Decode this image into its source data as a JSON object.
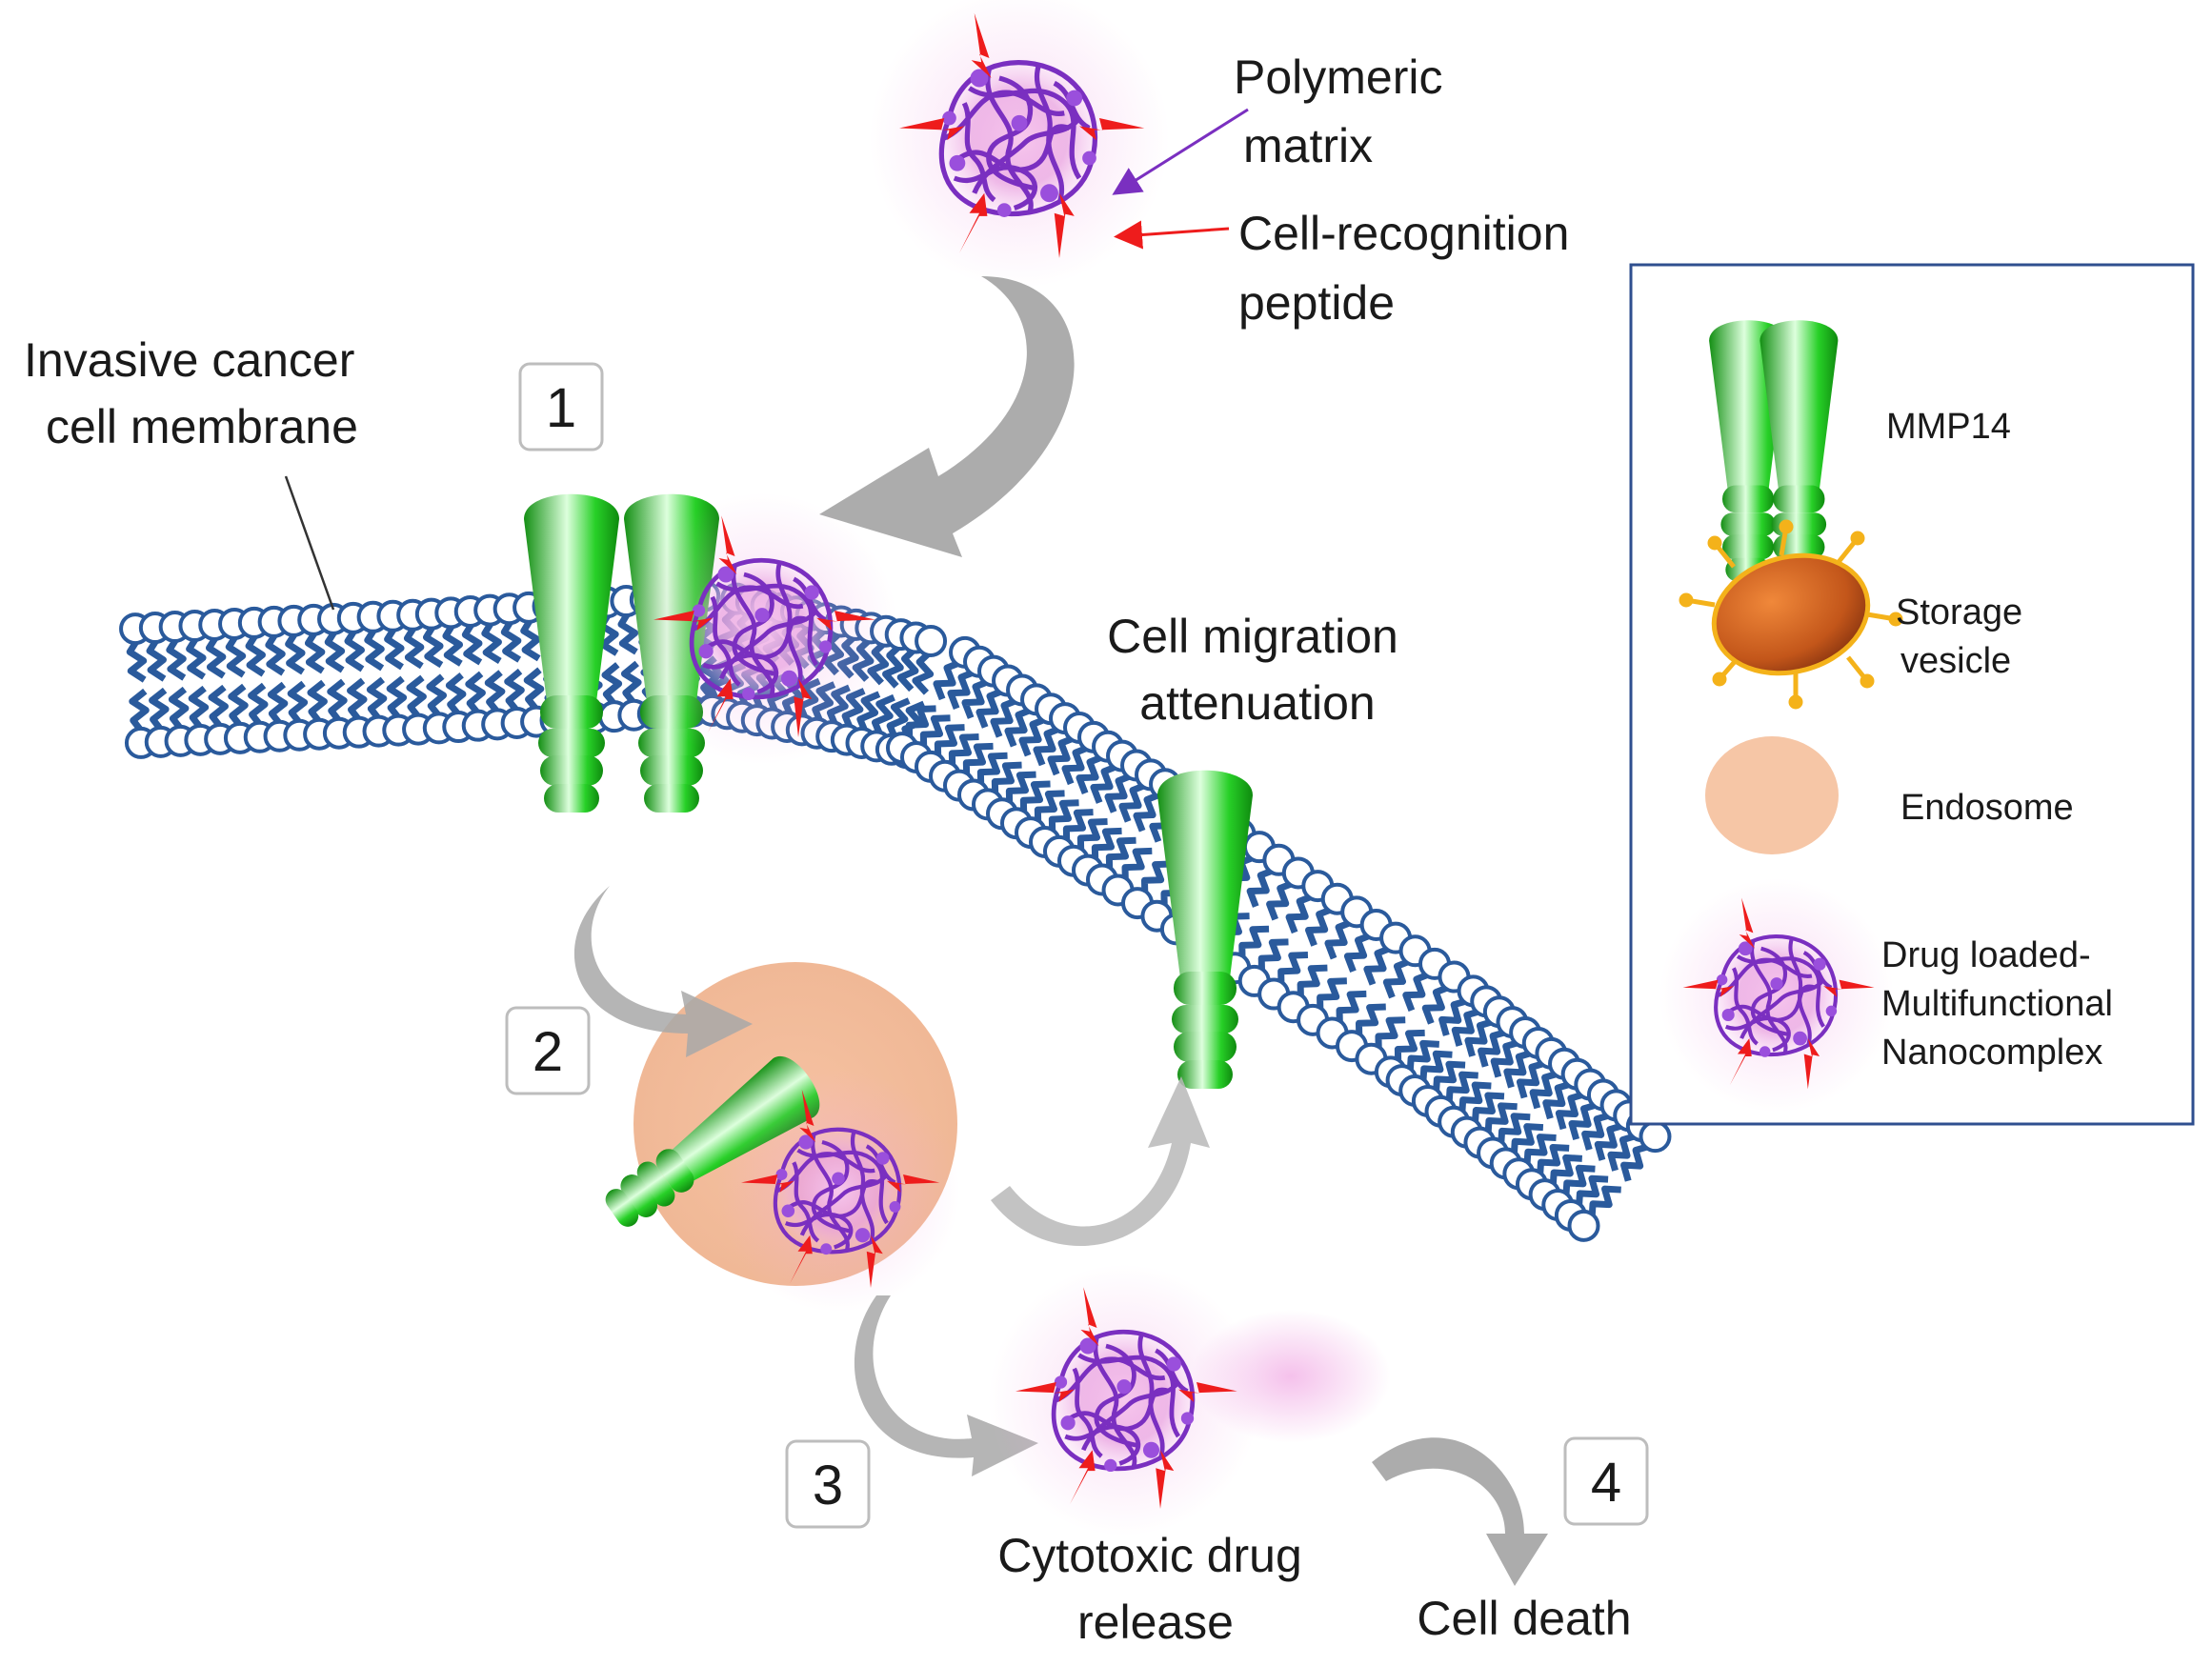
{
  "labels": {
    "polymeric_line1": "Polymeric",
    "polymeric_line2": "matrix",
    "recognition_line1": "Cell-recognition",
    "recognition_line2": "peptide",
    "membrane_line1": "Invasive cancer",
    "membrane_line2": "cell membrane",
    "migration_line1": "Cell migration",
    "migration_line2": "attenuation",
    "cytotoxic_line1": "Cytotoxic drug",
    "cytotoxic_line2": "release",
    "death": "Cell death"
  },
  "steps": [
    "1",
    "2",
    "3",
    "4"
  ],
  "legend": {
    "mmp14": "MMP14",
    "vesicle_line1": "Storage",
    "vesicle_line2": "vesicle",
    "endosome": "Endosome",
    "nano_line1": "Drug loaded-",
    "nano_line2": "Multifunctional",
    "nano_line3": "Nanocomplex"
  },
  "colors": {
    "membrane": "#2a5a9c",
    "mmp14": "#1fbf1f",
    "polymer": "#7a2fc0",
    "peptide": "#ee1c1c",
    "endosome": "#f6c6a6",
    "vesicle": "#d26a1a",
    "vesicle_spike": "#f4b21a",
    "legend_border": "#2f4f8f",
    "arrow": "#aaaaaa"
  }
}
